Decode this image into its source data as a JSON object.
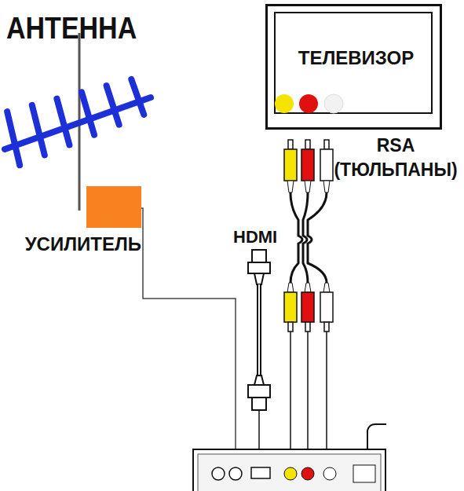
{
  "diagram": {
    "nodes": [
      {
        "text": [
          "ТЕЛЕВИЗОР"
        ]
      },
      {
        "text": [
          "УСИЛИТЕЛЬ"
        ]
      }
    ],
    "labels": [
      "АНТЕННА",
      "HDMI",
      "RSA (ТЮЛЬПАНЫ)"
    ]
  }
}
